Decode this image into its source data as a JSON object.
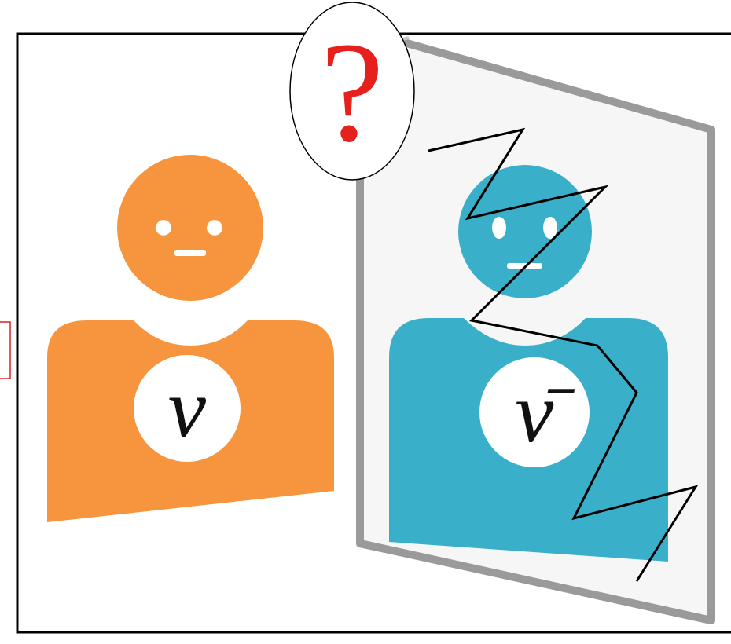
{
  "diagram": {
    "nodes": [
      {
        "text": [
          "?"
        ]
      },
      {
        "text": [
          "ν"
        ]
      },
      {
        "text": [
          "ν̄"
        ]
      }
    ]
  }
}
